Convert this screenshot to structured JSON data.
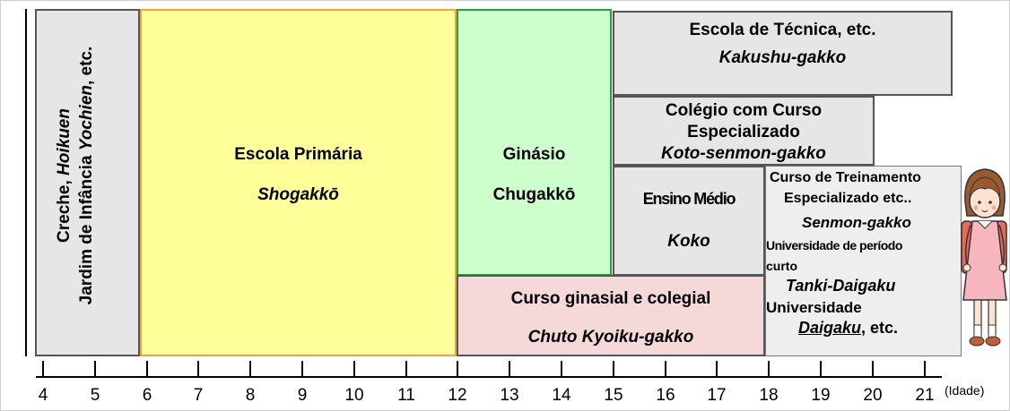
{
  "boxes": {
    "creche": {
      "line1_a": "Creche, ",
      "line1_b": "Hoikuen",
      "line2_a": "Jardim de Infância ",
      "line2_b": "Yochien",
      "line2_c": ", etc."
    },
    "primaria": {
      "title": "Escola Primária",
      "subtitle": "Shogakkō"
    },
    "ginasio": {
      "title": "Ginásio",
      "subtitle": "Chugakkō"
    },
    "kakushu": {
      "title": "Escola de Técnica, etc.",
      "subtitle": "Kakushu-gakko"
    },
    "koto": {
      "line1": "Colégio com Curso",
      "line2": "Especializado",
      "subtitle": "Koto-senmon-gakko"
    },
    "koko": {
      "title": "Ensino Médio",
      "subtitle": "Koko"
    },
    "chuto": {
      "title": "Curso ginasial e colegial",
      "subtitle": "Chuto Kyoiku-gakko"
    },
    "senmon": {
      "line1": "Curso de Treinamento",
      "line2": "Especializado etc..",
      "line3": "Senmon-gakko",
      "line4": "Universidade de período",
      "line5": "curto",
      "line6": "Tanki-Daigaku",
      "line7": "Universidade",
      "line8_a": "Daigaku",
      "line8_b": ", etc."
    }
  },
  "axis": {
    "ages": [
      "4",
      "5",
      "6",
      "7",
      "8",
      "9",
      "10",
      "11",
      "12",
      "13",
      "14",
      "15",
      "16",
      "17",
      "18",
      "19",
      "20",
      "21"
    ],
    "unit": "(Idade)"
  },
  "illustration": {
    "icon": "schoolgirl-with-backpack-icon"
  },
  "colors": {
    "primaria_fill": "#ffff99",
    "primaria_border": "#f2a23c",
    "ginasio_fill": "#ccffcc",
    "ginasio_border": "#2f9a44",
    "chuto_fill": "#f5d9d9",
    "gray_fill": "#e6e6e6"
  }
}
